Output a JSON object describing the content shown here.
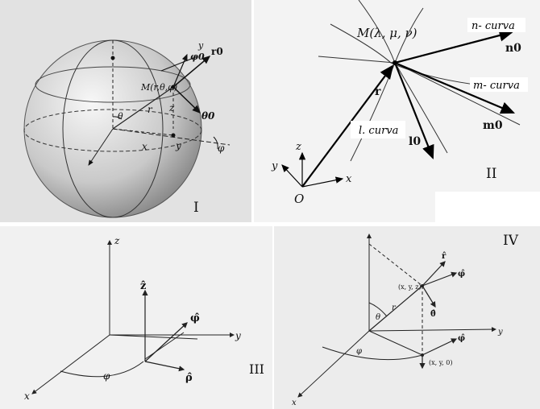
{
  "panels": {
    "p1": {
      "numeral": "I",
      "point_label": "M(r,θ,φ)",
      "labels": {
        "r0": "r0",
        "phi0": "φ0",
        "theta0": "θ0",
        "x": "x",
        "y": "y",
        "y2": "y",
        "z": "z",
        "r": "r",
        "theta": "θ",
        "phi": "φ"
      }
    },
    "p2": {
      "numeral": "II",
      "point_label": "M(λ, μ, ν)",
      "labels": {
        "n_curve": "n- curva",
        "m_curve": "m- curva",
        "l_curve": "l. curva",
        "n0": "n0",
        "m0": "m0",
        "l0": "l0",
        "r": "r",
        "O": "O",
        "x": "x",
        "y": "y",
        "z": "z"
      }
    },
    "p3": {
      "numeral": "III",
      "labels": {
        "z": "z",
        "y": "y",
        "x": "x",
        "phi": "φ",
        "z_hat": "ẑ",
        "phi_hat": "φ̂",
        "rho_hat": "ρ̂"
      }
    },
    "p4": {
      "numeral": "IV",
      "labels": {
        "xyz": "(x, y, z)",
        "xy0": "(x, y, 0)",
        "theta": "θ",
        "phi": "φ",
        "r": "r",
        "r_hat": "r̂",
        "phi_hat": "φ̂",
        "theta_hat": "θ̂",
        "phi_hat2": "φ̂",
        "y": "y",
        "x": "x"
      }
    }
  },
  "colors": {
    "sphere_light": "#f4f4f4",
    "sphere_dark": "#8c8c8c",
    "ink": "#111111"
  }
}
